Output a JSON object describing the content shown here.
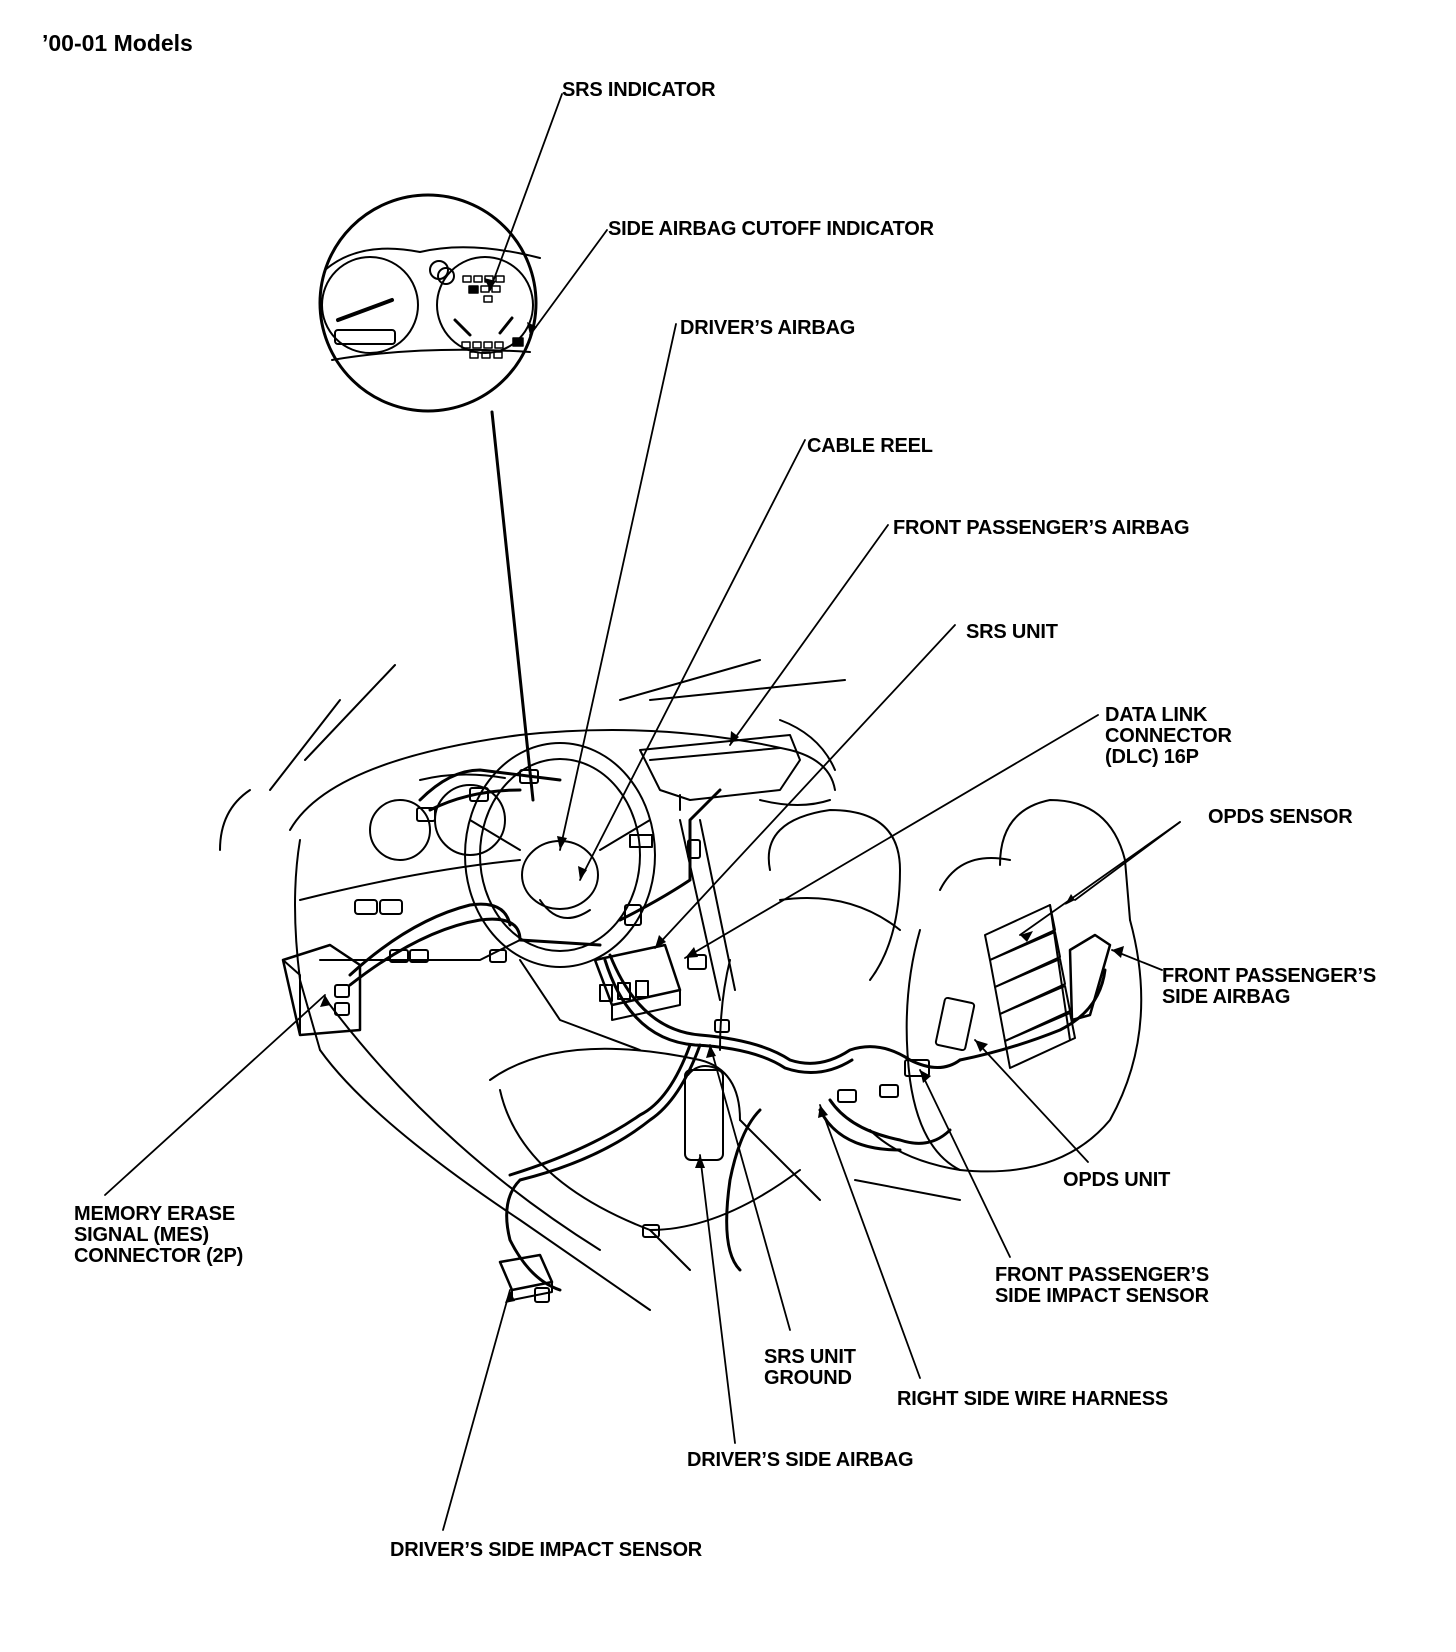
{
  "title": "’00-01 Models",
  "labels": {
    "srs_indicator": "SRS INDICATOR",
    "side_airbag_cutoff_indicator": "SIDE AIRBAG CUTOFF INDICATOR",
    "drivers_airbag": "DRIVER’S AIRBAG",
    "cable_reel": "CABLE REEL",
    "front_passengers_airbag": "FRONT PASSENGER’S AIRBAG",
    "srs_unit": "SRS UNIT",
    "data_link_connector": "DATA LINK\nCONNECTOR\n(DLC) 16P",
    "opds_sensor": "OPDS SENSOR",
    "front_passengers_side_airbag": "FRONT PASSENGER’S\nSIDE AIRBAG",
    "opds_unit": "OPDS UNIT",
    "front_passengers_side_impact_sensor": "FRONT PASSENGER’S\nSIDE IMPACT SENSOR",
    "right_side_wire_harness": "RIGHT SIDE WIRE HARNESS",
    "srs_unit_ground": "SRS UNIT\nGROUND",
    "drivers_side_airbag": "DRIVER’S SIDE AIRBAG",
    "drivers_side_impact_sensor": "DRIVER’S SIDE IMPACT SENSOR",
    "mes_connector": "MEMORY ERASE\nSIGNAL (MES)\nCONNECTOR (2P)"
  },
  "colors": {
    "ink": "#000000",
    "paper": "#ffffff"
  }
}
